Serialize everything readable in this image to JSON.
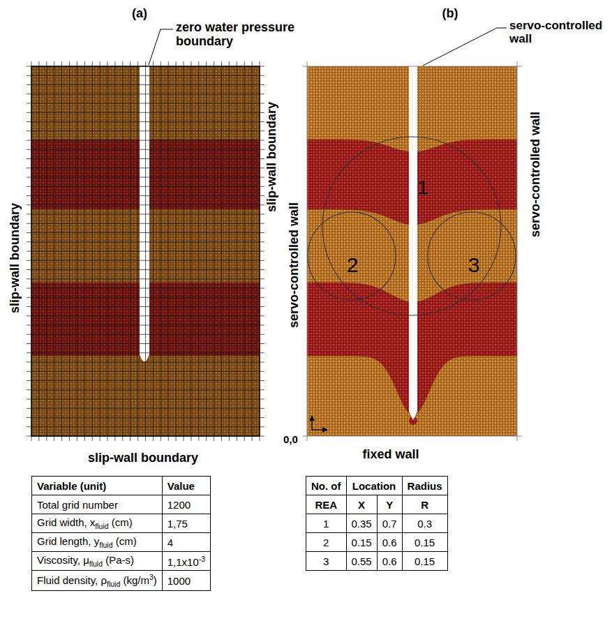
{
  "diagram": {
    "nodes": [
      {
        "text": [
          "1"
        ]
      },
      {
        "text": [
          "2"
        ]
      },
      {
        "text": [
          "3"
        ]
      }
    ],
    "labels": [
      "(a)",
      "zero water pressure boundary",
      "slip-wall boundary",
      "slip-wall boundary",
      "slip-wall boundary",
      "(b)",
      "servo-controlled wall",
      "servo-controlled wall",
      "servo-controlled wall",
      "0,0",
      "fixed wall",
      "Variable (unit)",
      "Value",
      "Total grid number",
      "1200",
      "Grid width, x",
      "fluid",
      "(cm)",
      "1,75",
      "Grid length, y",
      "fluid",
      "(cm)",
      "4",
      "Viscosity, μ",
      "fluid",
      "(Pa-s)",
      "1,1x10",
      "-3",
      "Fluid density, ρ",
      "fluid",
      "(kg/m",
      "3",
      ")",
      "1000",
      "No. of",
      "Location",
      "Radius",
      "REA",
      "X",
      "Y",
      "R",
      "1",
      "0.35",
      "0.7",
      "0.3",
      "2",
      "0.15",
      "0.6",
      "0.15",
      "3",
      "0.55",
      "0.6",
      "0.15"
    ]
  }
}
